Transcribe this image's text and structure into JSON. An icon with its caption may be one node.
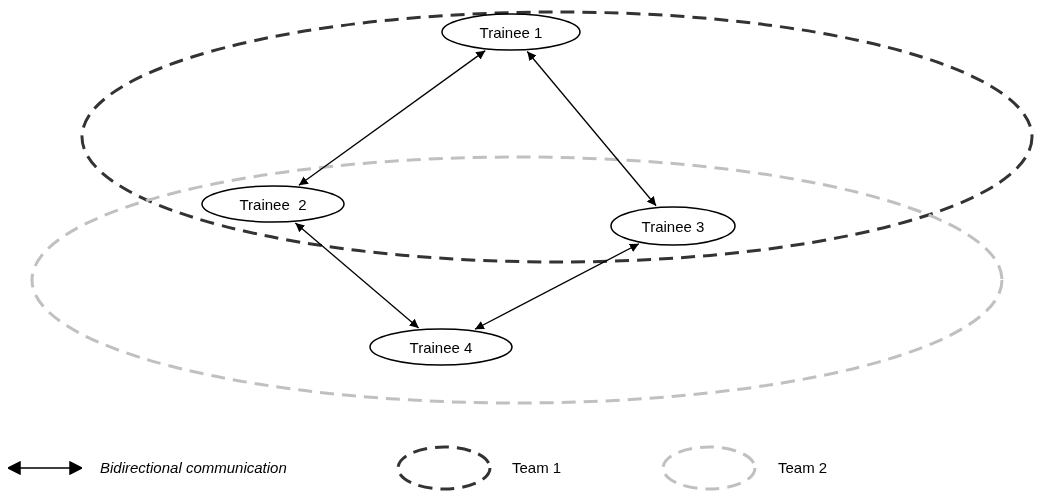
{
  "diagram": {
    "nodes": [
      {
        "text": [],
        "shape": "ellipse"
      },
      {
        "text": [
          "Trainee 1"
        ],
        "in": 0
      },
      {
        "text": [
          "Trainee  2"
        ]
      },
      {
        "text": [
          "Trainee 3"
        ]
      },
      {
        "text": [],
        "shape": "ellipse"
      },
      {
        "text": [
          "Trainee 4"
        ],
        "in": 4
      }
    ],
    "edges": [
      {
        "from": 1,
        "to": 2,
        "arrow": "both"
      },
      {
        "from": 1,
        "to": 3,
        "arrow": "both"
      },
      {
        "from": 2,
        "to": 5,
        "arrow": "both"
      },
      {
        "from": 3,
        "to": 5,
        "arrow": "both"
      }
    ],
    "legend": [
      {
        "text": "Bidirectional communication"
      },
      {
        "text": "Team 1"
      },
      {
        "text": "Team 2"
      }
    ]
  }
}
